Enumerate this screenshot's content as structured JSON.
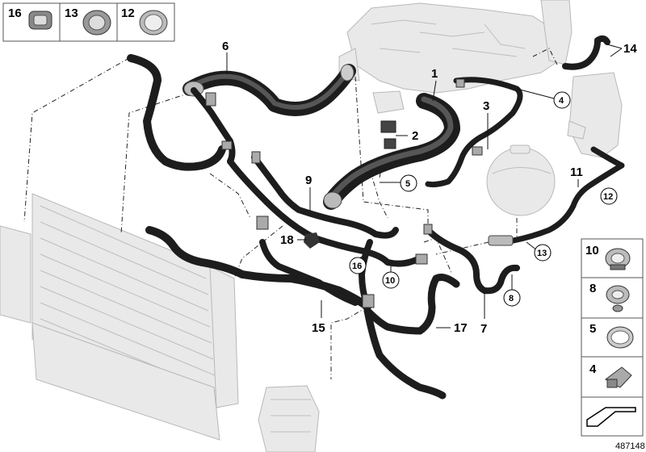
{
  "diagram_id": "487148",
  "top_boxes": [
    {
      "label": "16",
      "icon": "hose-clamp-16-icon"
    },
    {
      "label": "13",
      "icon": "hose-clamp-13-icon"
    },
    {
      "label": "12",
      "icon": "hose-clip-12-icon"
    }
  ],
  "side_boxes": [
    {
      "label": "10",
      "icon": "clamp-10-icon"
    },
    {
      "label": "8",
      "icon": "clamp-8-icon"
    },
    {
      "label": "5",
      "icon": "hose-clip-5-icon"
    },
    {
      "label": "4",
      "icon": "clip-4-icon"
    }
  ],
  "callouts": [
    {
      "id": "1",
      "circled": false
    },
    {
      "id": "2",
      "circled": false
    },
    {
      "id": "3",
      "circled": false
    },
    {
      "id": "4",
      "circled": true
    },
    {
      "id": "5",
      "circled": true
    },
    {
      "id": "6",
      "circled": false
    },
    {
      "id": "7",
      "circled": false
    },
    {
      "id": "8",
      "circled": true
    },
    {
      "id": "9",
      "circled": false
    },
    {
      "id": "10",
      "circled": true
    },
    {
      "id": "11",
      "circled": false
    },
    {
      "id": "12",
      "circled": true
    },
    {
      "id": "13",
      "circled": true
    },
    {
      "id": "14",
      "circled": false
    },
    {
      "id": "15",
      "circled": false
    },
    {
      "id": "16",
      "circled": true
    },
    {
      "id": "17",
      "circled": false
    },
    {
      "id": "18",
      "circled": false
    }
  ],
  "colors": {
    "hose": "#1d1d1d",
    "hose_highlight": "#565656",
    "ghost_part": "#e9e9e9",
    "ghost_line": "#b8b8b8"
  }
}
